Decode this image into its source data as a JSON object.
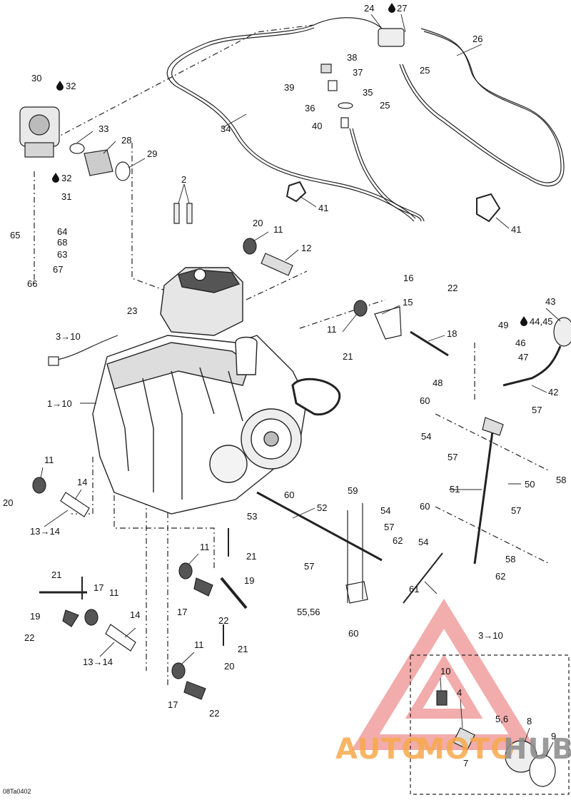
{
  "diagram": {
    "drawing_id": "08Ta0402",
    "callouts": [
      {
        "id": "c24",
        "text": "24"
      },
      {
        "id": "c27",
        "text": "27"
      },
      {
        "id": "c26",
        "text": "26"
      },
      {
        "id": "c25a",
        "text": "25"
      },
      {
        "id": "c38",
        "text": "38"
      },
      {
        "id": "c37",
        "text": "37"
      },
      {
        "id": "c39",
        "text": "39"
      },
      {
        "id": "c35",
        "text": "35"
      },
      {
        "id": "c36",
        "text": "36"
      },
      {
        "id": "c25b",
        "text": "25"
      },
      {
        "id": "c40",
        "text": "40"
      },
      {
        "id": "c34",
        "text": "34"
      },
      {
        "id": "c30",
        "text": "30"
      },
      {
        "id": "c32a",
        "text": "32"
      },
      {
        "id": "c33",
        "text": "33"
      },
      {
        "id": "c28",
        "text": "28"
      },
      {
        "id": "c29",
        "text": "29"
      },
      {
        "id": "c32b",
        "text": "32"
      },
      {
        "id": "c31",
        "text": "31"
      },
      {
        "id": "c2",
        "text": "2"
      },
      {
        "id": "c41a",
        "text": "41"
      },
      {
        "id": "c41b",
        "text": "41"
      },
      {
        "id": "c65",
        "text": "65"
      },
      {
        "id": "c64",
        "text": "64"
      },
      {
        "id": "c68",
        "text": "68"
      },
      {
        "id": "c63",
        "text": "63"
      },
      {
        "id": "c67",
        "text": "67"
      },
      {
        "id": "c66",
        "text": "66"
      },
      {
        "id": "c20a",
        "text": "20"
      },
      {
        "id": "c11a",
        "text": "11"
      },
      {
        "id": "c12",
        "text": "12"
      },
      {
        "id": "c16",
        "text": "16"
      },
      {
        "id": "c22a",
        "text": "22"
      },
      {
        "id": "c15",
        "text": "15"
      },
      {
        "id": "c23",
        "text": "23"
      },
      {
        "id": "c11b",
        "text": "11"
      },
      {
        "id": "c18",
        "text": "18"
      },
      {
        "id": "c21a",
        "text": "21"
      },
      {
        "id": "c310",
        "text": "3→10"
      },
      {
        "id": "c43",
        "text": "43"
      },
      {
        "id": "c4445",
        "text": "44,45"
      },
      {
        "id": "c49",
        "text": "49"
      },
      {
        "id": "c46",
        "text": "46"
      },
      {
        "id": "c47",
        "text": "47"
      },
      {
        "id": "c48",
        "text": "48"
      },
      {
        "id": "c42",
        "text": "42"
      },
      {
        "id": "c110",
        "text": "1→10"
      },
      {
        "id": "c60a",
        "text": "60"
      },
      {
        "id": "c57a",
        "text": "57"
      },
      {
        "id": "c54a",
        "text": "54"
      },
      {
        "id": "c57b",
        "text": "57"
      },
      {
        "id": "c58a",
        "text": "58"
      },
      {
        "id": "c51",
        "text": "51"
      },
      {
        "id": "c50",
        "text": "50"
      },
      {
        "id": "c11c",
        "text": "11"
      },
      {
        "id": "c14a",
        "text": "14"
      },
      {
        "id": "c20b",
        "text": "20"
      },
      {
        "id": "c1314a",
        "text": "13→14"
      },
      {
        "id": "c60b",
        "text": "60"
      },
      {
        "id": "c52",
        "text": "52"
      },
      {
        "id": "c53",
        "text": "53"
      },
      {
        "id": "c59",
        "text": "59"
      },
      {
        "id": "c54b",
        "text": "54"
      },
      {
        "id": "c57c",
        "text": "57"
      },
      {
        "id": "c60c",
        "text": "60"
      },
      {
        "id": "c57d",
        "text": "57"
      },
      {
        "id": "c62a",
        "text": "62"
      },
      {
        "id": "c54c",
        "text": "54"
      },
      {
        "id": "c58b",
        "text": "58"
      },
      {
        "id": "c57e",
        "text": "57"
      },
      {
        "id": "c62b",
        "text": "62"
      },
      {
        "id": "c61",
        "text": "61"
      },
      {
        "id": "c11d",
        "text": "11"
      },
      {
        "id": "c21b",
        "text": "21"
      },
      {
        "id": "c19a",
        "text": "19"
      },
      {
        "id": "c17a",
        "text": "17"
      },
      {
        "id": "c22b",
        "text": "22"
      },
      {
        "id": "c5556",
        "text": "55,56"
      },
      {
        "id": "c60d",
        "text": "60"
      },
      {
        "id": "c21c",
        "text": "21"
      },
      {
        "id": "c17b",
        "text": "17"
      },
      {
        "id": "c11e",
        "text": "11"
      },
      {
        "id": "c19b",
        "text": "19"
      },
      {
        "id": "c14b",
        "text": "14"
      },
      {
        "id": "c22c",
        "text": "22"
      },
      {
        "id": "c1314b",
        "text": "13→14"
      },
      {
        "id": "c11f",
        "text": "11"
      },
      {
        "id": "c21d",
        "text": "21"
      },
      {
        "id": "c20c",
        "text": "20"
      },
      {
        "id": "c17c",
        "text": "17"
      },
      {
        "id": "c22d",
        "text": "22"
      },
      {
        "id": "c310b",
        "text": "3→10"
      },
      {
        "id": "c10",
        "text": "10"
      },
      {
        "id": "c4",
        "text": "4"
      },
      {
        "id": "c56",
        "text": "5,6"
      },
      {
        "id": "c8",
        "text": "8"
      },
      {
        "id": "c9",
        "text": "9"
      },
      {
        "id": "c7",
        "text": "7"
      }
    ],
    "watermark": {
      "part1": "AUTO",
      "part2": "MOTO",
      "part3": "HUB",
      "color_primary": "#f7a94b",
      "color_secondary": "#8a8a8a",
      "logo_color": "#f0a0a0"
    }
  }
}
